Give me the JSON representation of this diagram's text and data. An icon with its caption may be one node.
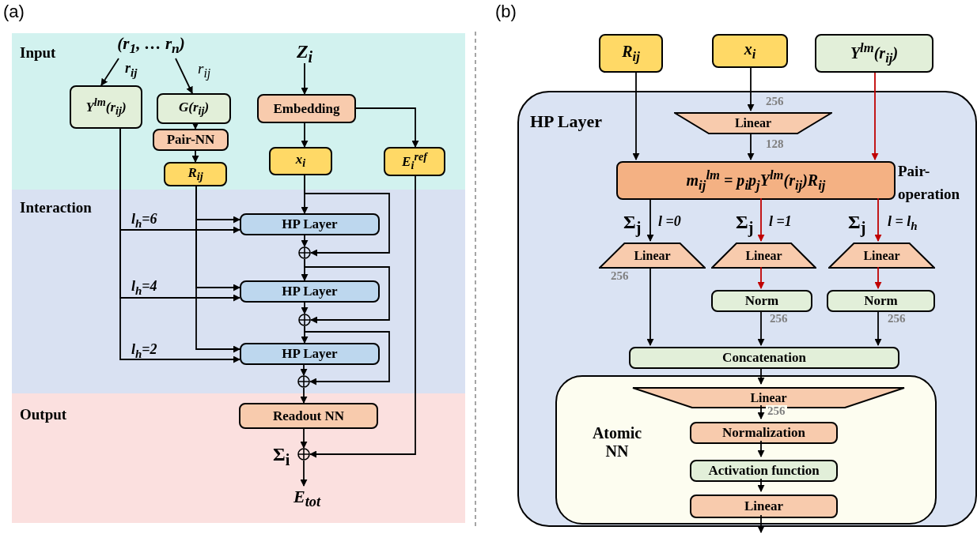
{
  "diagram": {
    "nodes": [
      {
        "text": [
          "Input"
        ]
      },
      {
        "text": [
          "(r$_{1}$, … r$_{n}$)"
        ],
        "in": 0
      },
      {
        "text": [
          "Y$^{lm}$(r$_{ij}$)"
        ],
        "in": 0
      },
      {
        "text": [
          "G(r$_{ij}$)"
        ],
        "in": 0
      },
      {
        "text": [
          "Pair-NN"
        ],
        "in": 0
      },
      {
        "text": [
          "R$_{ij}$"
        ],
        "in": 0
      },
      {
        "text": [
          "Z$_{i}$"
        ],
        "in": 0
      },
      {
        "text": [
          "Embedding"
        ],
        "in": 0
      },
      {
        "text": [
          "x$_{i}$"
        ],
        "in": 0
      },
      {
        "text": [
          "E$_{i}$$^{ref}$"
        ],
        "in": 0
      },
      {
        "text": [
          "Interaction"
        ]
      },
      {
        "text": [
          "HP Layer"
        ],
        "in": 10
      },
      {
        "text": [],
        "shape": "circle",
        "in": 10
      },
      {
        "text": [
          "HP Layer"
        ],
        "in": 10
      },
      {
        "text": [],
        "shape": "circle",
        "in": 10
      },
      {
        "text": [
          "HP Layer"
        ],
        "in": 10
      },
      {
        "text": [],
        "shape": "circle",
        "in": 10
      },
      {
        "text": [
          "Output"
        ]
      },
      {
        "text": [
          "Readout NN"
        ],
        "in": 17
      },
      {
        "text": [],
        "shape": "circle",
        "in": 17,
        "beside": [
          "Σ$_{i}$"
        ]
      },
      {
        "text": [
          "E$_{tot}$"
        ],
        "in": 17
      },
      {
        "text": [
          "R$_{ij}$"
        ]
      },
      {
        "text": [
          "x$_{i}$"
        ]
      },
      {
        "text": [
          "Y$^{lm}$(r$_{ij}$)"
        ]
      },
      {
        "text": [
          "HP Layer"
        ]
      },
      {
        "text": [
          "Linear"
        ],
        "in": 24
      },
      {
        "text": [
          "m$_{ij}$$^{lm}$ = p$_{i}$p$_{j}$Y$^{lm}$(r$_{ij}$)R$_{ij}$"
        ],
        "in": 24,
        "beside": [
          "Pair-operation"
        ]
      },
      {
        "text": [
          "Linear"
        ],
        "in": 24
      },
      {
        "text": [
          "Linear"
        ],
        "in": 24
      },
      {
        "text": [
          "Linear"
        ],
        "in": 24
      },
      {
        "text": [
          "Norm"
        ],
        "in": 24
      },
      {
        "text": [
          "Norm"
        ],
        "in": 24
      },
      {
        "text": [
          "Concatenation"
        ],
        "in": 24
      },
      {
        "text": [
          "Atomic NN"
        ],
        "in": 24
      },
      {
        "text": [
          "Linear"
        ],
        "in": 33
      },
      {
        "text": [
          "Normalization"
        ],
        "in": 33
      },
      {
        "text": [
          "Activation function"
        ],
        "in": 33
      },
      {
        "text": [
          "Linear"
        ],
        "in": 33
      }
    ],
    "edges": [
      {
        "from": 1,
        "to": 2,
        "arrow": "to",
        "label": "r$_{ij}$"
      },
      {
        "from": 1,
        "to": 3,
        "arrow": "to",
        "label": "r$_{ij}$"
      },
      {
        "from": 3,
        "to": 4,
        "arrow": "to"
      },
      {
        "from": 4,
        "to": 5,
        "arrow": "to"
      },
      {
        "from": 6,
        "to": 7,
        "arrow": "to"
      },
      {
        "from": 7,
        "to": 8,
        "arrow": "to"
      },
      {
        "from": 7,
        "to": 9,
        "arrow": "to"
      },
      {
        "from": 8,
        "to": 11,
        "arrow": "to"
      },
      {
        "from": 8,
        "to": 12,
        "arrow": "to"
      },
      {
        "from": 2,
        "to": 11,
        "arrow": "to",
        "label": "l$_{h}$=6"
      },
      {
        "from": 5,
        "to": 11,
        "arrow": "to"
      },
      {
        "from": 11,
        "to": 12,
        "arrow": "to"
      },
      {
        "from": 12,
        "to": 13,
        "arrow": "to"
      },
      {
        "from": 12,
        "to": 14,
        "arrow": "to"
      },
      {
        "from": 2,
        "to": 13,
        "arrow": "to",
        "label": "l$_{h}$=4"
      },
      {
        "from": 5,
        "to": 13,
        "arrow": "to"
      },
      {
        "from": 13,
        "to": 14,
        "arrow": "to"
      },
      {
        "from": 14,
        "to": 15,
        "arrow": "to"
      },
      {
        "from": 14,
        "to": 16,
        "arrow": "to"
      },
      {
        "from": 2,
        "to": 15,
        "arrow": "to",
        "label": "l$_{h}$=2"
      },
      {
        "from": 5,
        "to": 15,
        "arrow": "to"
      },
      {
        "from": 15,
        "to": 16,
        "arrow": "to"
      },
      {
        "from": 16,
        "to": 18,
        "arrow": "to"
      },
      {
        "from": 18,
        "to": 19,
        "arrow": "to"
      },
      {
        "from": 9,
        "to": 19,
        "arrow": "to"
      },
      {
        "from": 19,
        "to": 20,
        "arrow": "to"
      },
      {
        "from": 21,
        "to": 26,
        "arrow": "to"
      },
      {
        "from": 22,
        "to": 25,
        "arrow": "to",
        "label": "256"
      },
      {
        "from": 25,
        "to": 26,
        "arrow": "to",
        "label": "128"
      },
      {
        "from": 23,
        "to": 26,
        "arrow": "to",
        "color": "#c00000"
      },
      {
        "from": 26,
        "to": 27,
        "arrow": "to",
        "label": "l =0"
      },
      {
        "from": 26,
        "to": 28,
        "arrow": "to",
        "label": "l =1",
        "color": "#c00000"
      },
      {
        "from": 26,
        "to": 29,
        "arrow": "to",
        "label": "l = l$_{h}$",
        "color": "#c00000"
      },
      {
        "from": 27,
        "to": 32,
        "arrow": "to",
        "label": "256"
      },
      {
        "from": 28,
        "to": 30,
        "arrow": "to",
        "color": "#c00000"
      },
      {
        "from": 29,
        "to": 31,
        "arrow": "to",
        "color": "#c00000"
      },
      {
        "from": 30,
        "to": 32,
        "arrow": "to",
        "label": "256"
      },
      {
        "from": 31,
        "to": 32,
        "arrow": "to",
        "label": "256"
      },
      {
        "from": 32,
        "to": 34,
        "arrow": "to"
      },
      {
        "from": 34,
        "to": 35,
        "arrow": "to",
        "label": "256"
      },
      {
        "from": 35,
        "to": 36,
        "arrow": "to"
      },
      {
        "from": 36,
        "to": 37,
        "arrow": "to"
      },
      {
        "from": 37,
        "to": null,
        "arrow": "to"
      }
    ],
    "labels": [
      "(a)",
      "(b)",
      "Σ$_{j}$",
      "Σ$_{j}$",
      "Σ$_{j}$"
    ]
  }
}
